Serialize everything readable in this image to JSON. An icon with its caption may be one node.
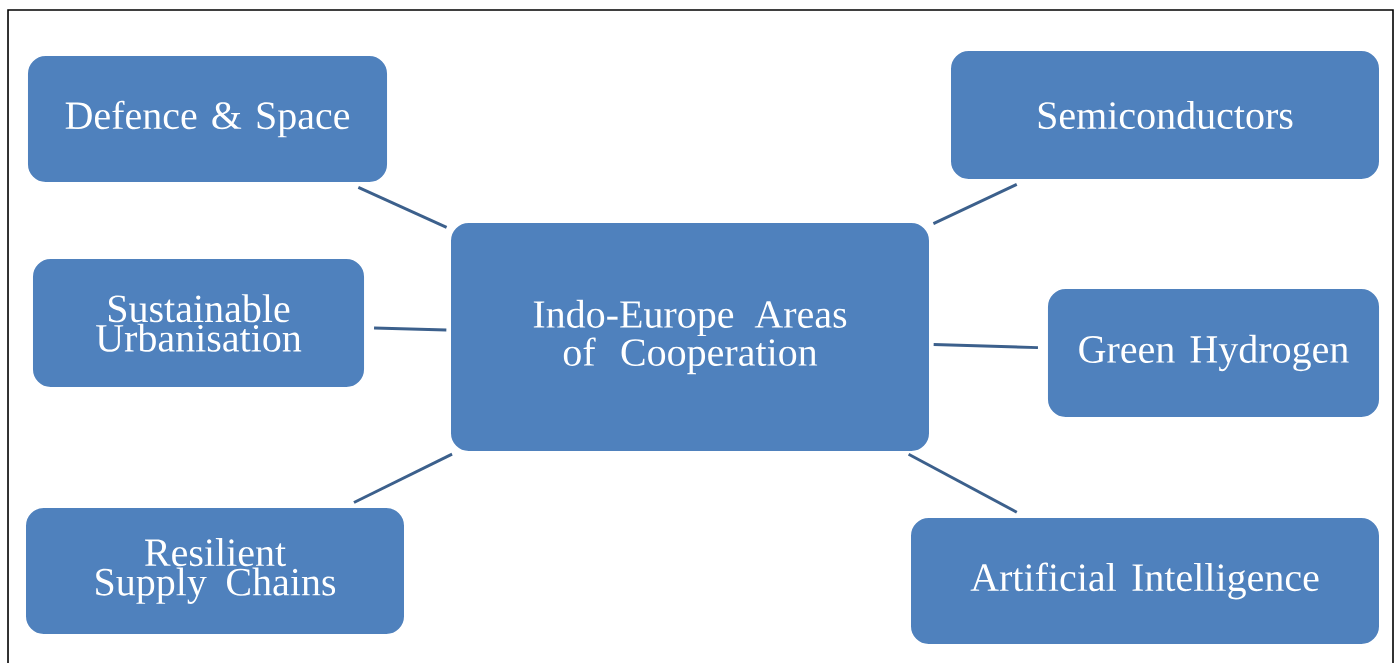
{
  "diagram": {
    "nodes": [
      {
        "text": [
          "Defence & Space"
        ]
      },
      {
        "text": [
          "Semiconductors"
        ]
      },
      {
        "text": [
          "Sustainable Urbanisation"
        ]
      },
      {
        "text": [
          "Indo-Europe Areas of Cooperation"
        ]
      },
      {
        "text": [
          "Green Hydrogen"
        ]
      },
      {
        "text": [
          "Resilient Supply Chains"
        ]
      },
      {
        "text": [
          "Artificial Intelligence"
        ]
      }
    ],
    "edges": [
      {
        "from": 3,
        "to": 0,
        "arrow": "none"
      },
      {
        "from": 3,
        "to": 1,
        "arrow": "none"
      },
      {
        "from": 3,
        "to": 2,
        "arrow": "none"
      },
      {
        "from": 3,
        "to": 4,
        "arrow": "none"
      },
      {
        "from": 3,
        "to": 5,
        "arrow": "none"
      },
      {
        "from": 3,
        "to": 6,
        "arrow": "none"
      }
    ]
  }
}
